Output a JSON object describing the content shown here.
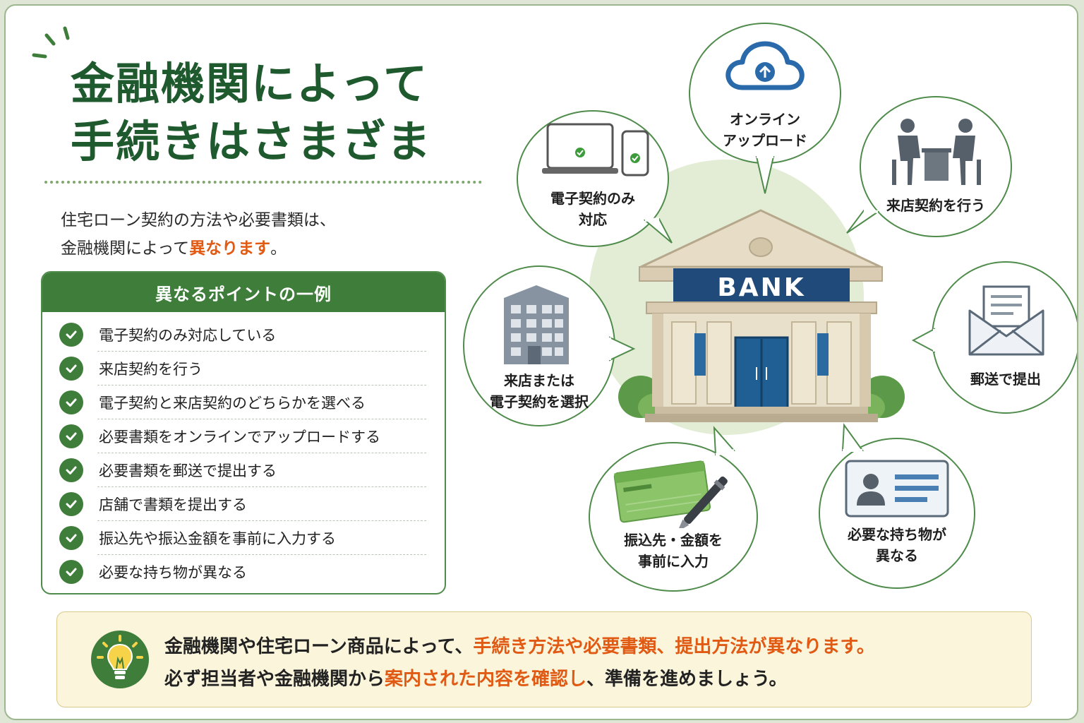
{
  "title": {
    "line1": "金融機関によって",
    "line2": "手続きはさまざま"
  },
  "intro": {
    "line1": "住宅ローン契約の方法や必要書類は、",
    "line2_prefix": "金融機関によって",
    "line2_highlight": "異なります",
    "line2_suffix": "。"
  },
  "points": {
    "heading": "異なるポイントの一例",
    "items": [
      {
        "label": "電子契約のみ対応している"
      },
      {
        "label": "来店契約を行う"
      },
      {
        "label": "電子契約と来店契約のどちらかを選べる"
      },
      {
        "label": "必要書類をオンラインでアップロードする"
      },
      {
        "label": "必要書類を郵送で提出する"
      },
      {
        "label": "店舗で書類を提出する"
      },
      {
        "label": "振込先や振込金額を事前に入力する"
      },
      {
        "label": "必要な持ち物が異なる"
      }
    ]
  },
  "bank": {
    "sign": "BANK"
  },
  "bubbles": {
    "electronic": {
      "line1": "電子契約のみ",
      "line2": "対応",
      "icon": "devices-check-icon"
    },
    "upload": {
      "line1": "オンライン",
      "line2": "アップロード",
      "icon": "cloud-upload-icon"
    },
    "visit": {
      "line1": "来店契約を行う",
      "icon": "meeting-icon"
    },
    "mail": {
      "line1": "郵送で提出",
      "icon": "envelope-icon"
    },
    "choose": {
      "line1": "来店または",
      "line2": "電子契約を選択",
      "icon": "building-icon"
    },
    "transfer": {
      "line1": "振込先・金額を",
      "line2": "事前に入力",
      "icon": "bankbook-pen-icon"
    },
    "items": {
      "line1": "必要な持ち物が",
      "line2": "異なる",
      "icon": "id-card-icon"
    }
  },
  "note": {
    "line1_prefix": "金融機関や住宅ローン商品によって、",
    "line1_highlight": "手続き方法や必要書類、提出方法が異なります。",
    "line2_prefix": "必ず担当者や金融機関から",
    "line2_highlight": "案内された内容を確認し",
    "line2_suffix": "、準備を進めましょう。",
    "icon": "lightbulb-icon"
  },
  "colors": {
    "brand_green": "#3e7d3a",
    "title_green": "#1f5a2e",
    "highlight_orange": "#e05a14",
    "bank_sign_navy": "#1f4a7a",
    "note_bg": "#fbf5dc"
  }
}
